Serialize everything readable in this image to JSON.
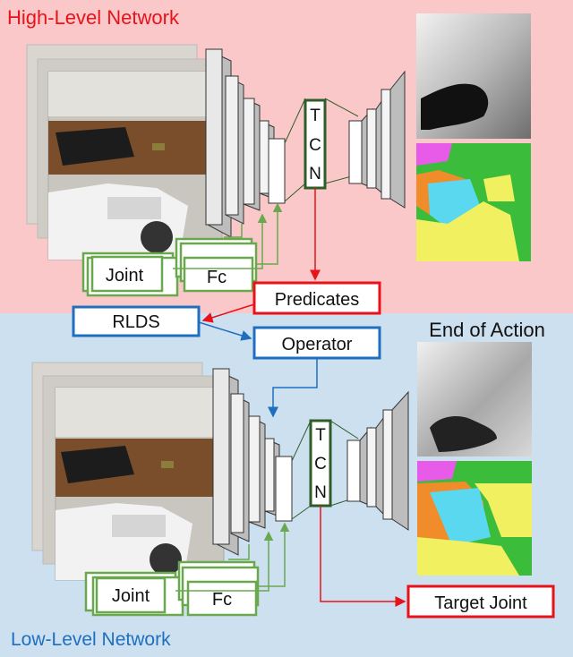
{
  "high_level": {
    "title": "High-Level Network",
    "tcn_letters": [
      "T",
      "C",
      "N"
    ],
    "joint_label": "Joint",
    "fc_label": "Fc",
    "predicates_label": "Predicates"
  },
  "middle": {
    "rlds_label": "RLDS",
    "operator_label": "Operator",
    "end_of_action": "End of Action"
  },
  "low_level": {
    "title": "Low-Level Network",
    "tcn_letters": [
      "T",
      "C",
      "N"
    ],
    "joint_label": "Joint",
    "fc_label": "Fc",
    "target_label": "Target Joint"
  },
  "colors": {
    "high_bg": "#fac8c8",
    "low_bg": "#cde0ef",
    "red": "#e8121b",
    "blue": "#1f6fc0",
    "green": "#6aa84f",
    "dark_green": "#2f5d2a",
    "seg_cyan": "#5ad8f0",
    "seg_yellow": "#f0f060",
    "seg_green": "#3bbd3b",
    "seg_orange": "#f08c2a",
    "seg_magenta": "#e85ae8"
  }
}
